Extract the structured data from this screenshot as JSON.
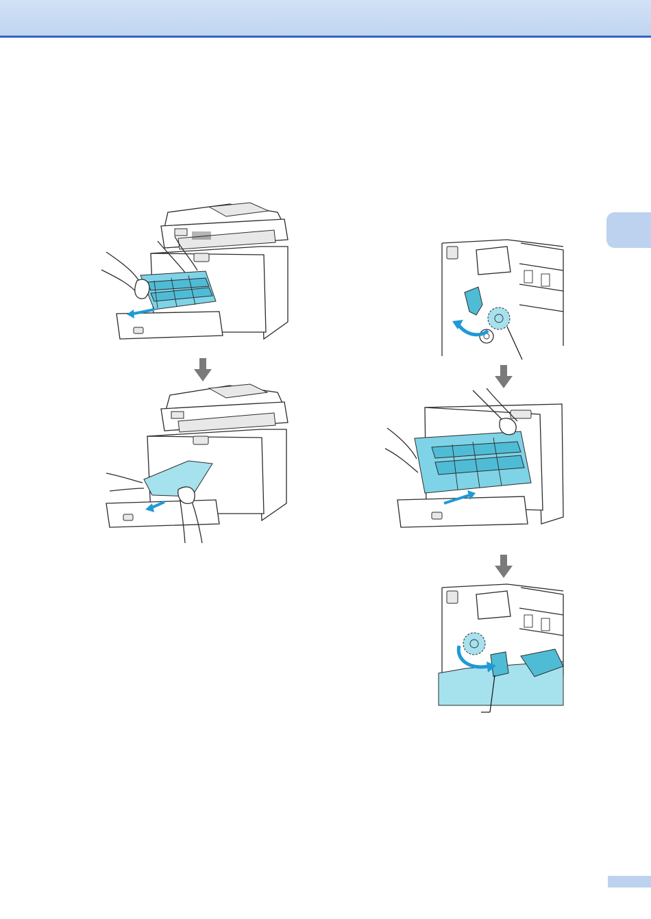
{
  "page": {
    "header_color": "#c8dbf3",
    "accent_color": "#2f64c5",
    "chapter_tab": "",
    "page_number": ""
  },
  "figures": [
    {
      "id": "remove-drum-unit",
      "icon": "remove-drum-illustration"
    },
    {
      "id": "remove-paper",
      "icon": "remove-paper-illustration"
    },
    {
      "id": "turn-lever-up",
      "icon": "lock-lever-up-illustration"
    },
    {
      "id": "insert-drum-unit",
      "icon": "insert-drum-illustration"
    },
    {
      "id": "turn-lever-down",
      "icon": "lock-lever-down-illustration"
    }
  ],
  "colors": {
    "toner_cyan": "#7fd3e6",
    "paper_cyan": "#a6e1ee",
    "arrow_blue": "#1e9ad6",
    "flow_arrow_grey": "#7a7a7a"
  }
}
